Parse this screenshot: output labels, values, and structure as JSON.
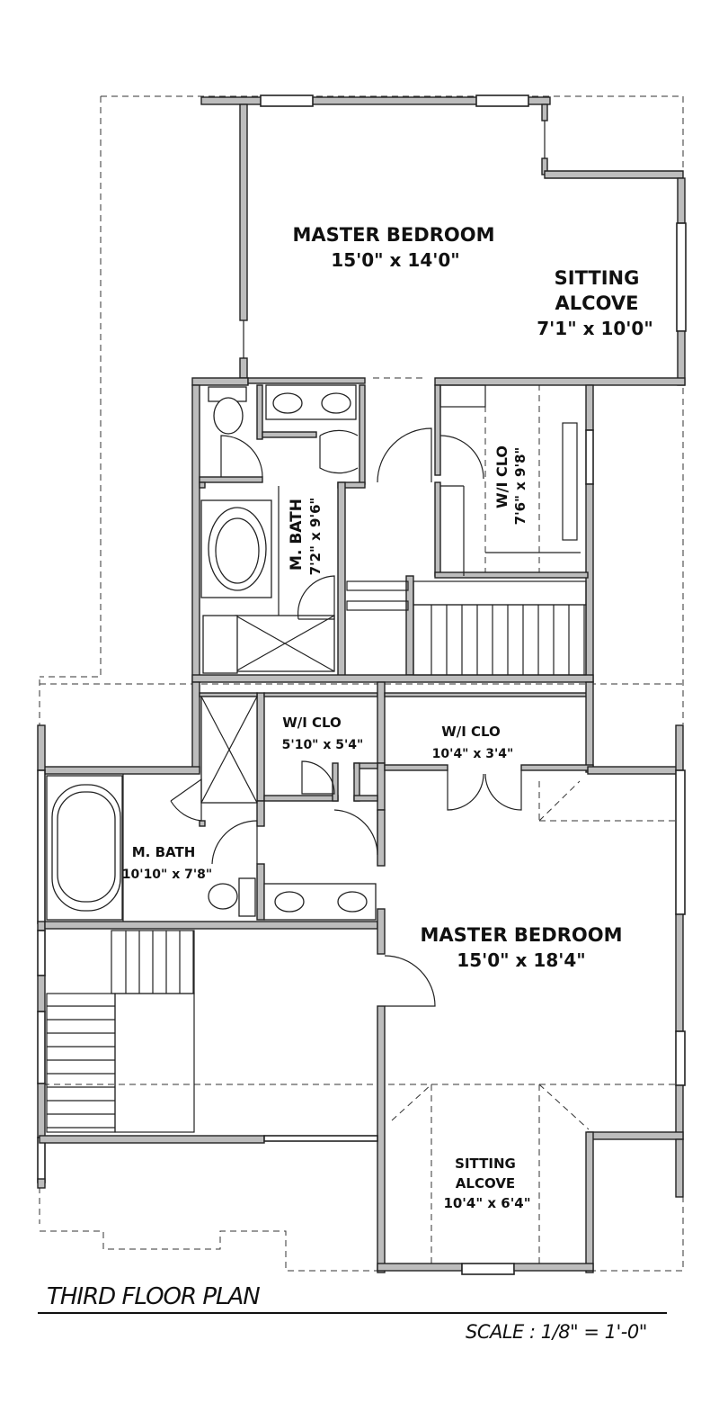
{
  "plan": {
    "title": "THIRD FLOOR PLAN",
    "scale": "SCALE : 1/8\" = 1'-0\""
  },
  "rooms": [
    {
      "name": "MASTER BEDROOM",
      "size": "15'0\" x 14'0\""
    },
    {
      "name": "SITTING",
      "name2": "ALCOVE",
      "size": "7'1\" x 10'0\""
    },
    {
      "name": "M. BATH",
      "size": "7'2\" x 9'6\""
    },
    {
      "name": "W/I CLO",
      "size": "7'6\" x 9'8\""
    },
    {
      "name": "W/I CLO",
      "size": "5'10\" x 5'4\""
    },
    {
      "name": "W/I CLO",
      "size": "10'4\" x 3'4\""
    },
    {
      "name": "M. BATH",
      "size": "10'10\" x 7'8\""
    },
    {
      "name": "MASTER BEDROOM",
      "size": "15'0\" x 18'4\""
    },
    {
      "name": "SITTING",
      "name2": "ALCOVE",
      "size": "10'4\" x 6'4\""
    }
  ]
}
